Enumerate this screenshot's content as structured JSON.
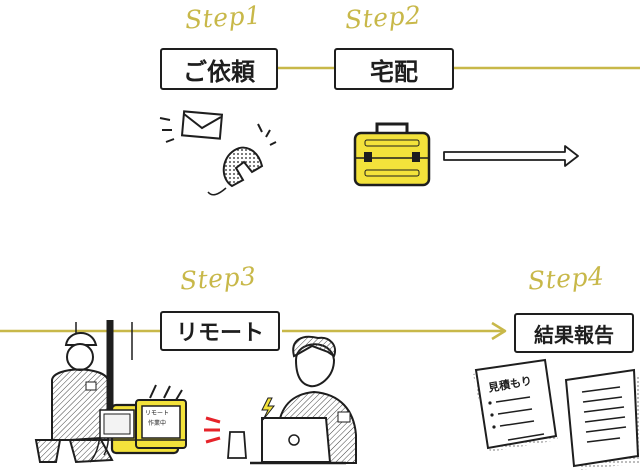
{
  "steps": [
    {
      "step": "Step1",
      "title": "ご依頼"
    },
    {
      "step": "Step2",
      "title": "宅配"
    },
    {
      "step": "Step3",
      "title": "リモート"
    },
    {
      "step": "Step4",
      "title": "結果報告"
    }
  ],
  "document": {
    "title": "見積もり"
  },
  "laptop_screen": {
    "line1": "リモート",
    "line2": "作業中"
  },
  "colors": {
    "line": "#c8b849",
    "case": "#f3e23b",
    "ink": "#1e1e1e",
    "tone": "#b9b9b9"
  },
  "icons": [
    "envelope-icon",
    "telephone-icon",
    "suitcase-icon",
    "arrow-icon",
    "lightning-icon"
  ]
}
